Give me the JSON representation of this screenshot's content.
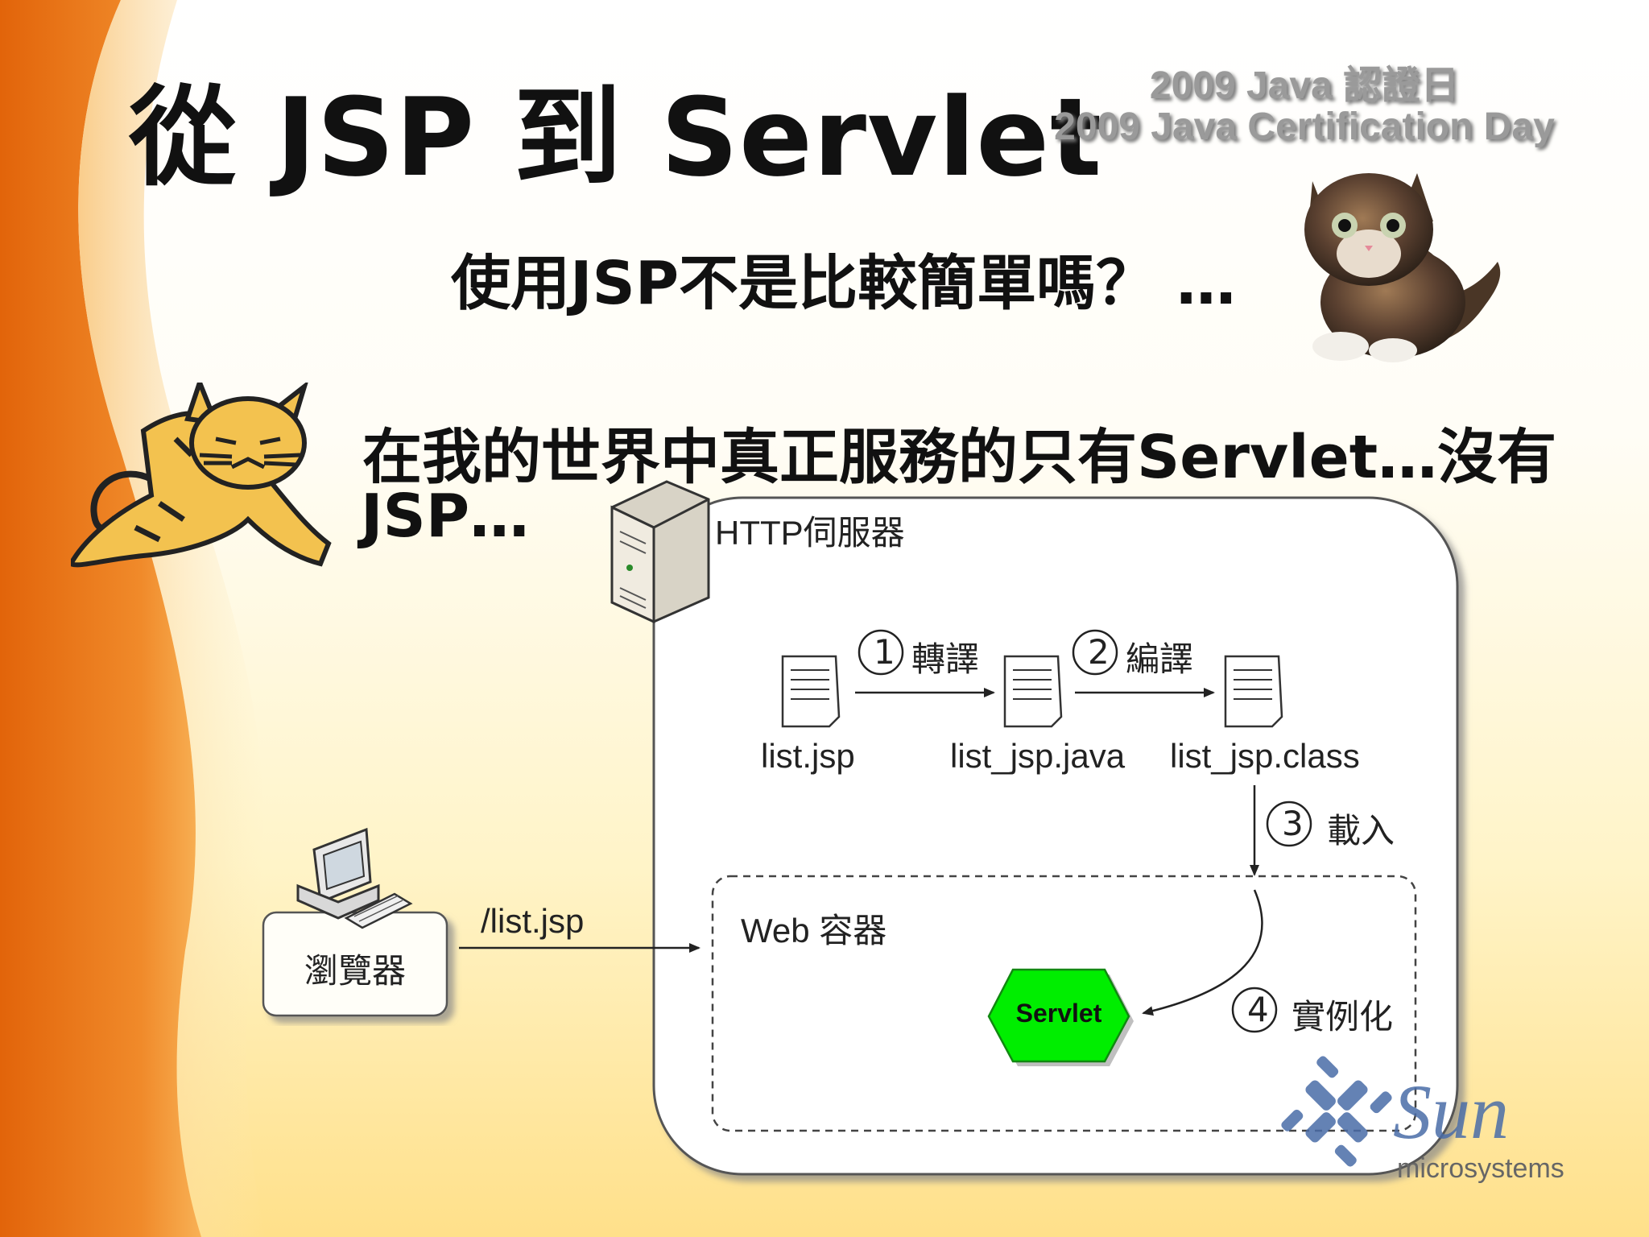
{
  "title": "從 JSP 到 Servlet",
  "event": {
    "line1": "2009 Java 認證日",
    "line2": "2009 Java Certification Day"
  },
  "question": "使用JSP不是比較簡單嗎？ …",
  "statement": {
    "line1": "在我的世界中真正服務的只有Servlet…沒有",
    "line2": "JSP…"
  },
  "diagram": {
    "server_label": "HTTP伺服器",
    "files": [
      "list.jsp",
      "list_jsp.java",
      "list_jsp.class"
    ],
    "steps": [
      {
        "num": "1",
        "label": "轉譯"
      },
      {
        "num": "2",
        "label": "編譯"
      },
      {
        "num": "3",
        "label": "載入"
      },
      {
        "num": "4",
        "label": "實例化"
      }
    ],
    "container_label": "Web 容器",
    "servlet_label": "Servlet",
    "browser_label": "瀏覽器",
    "request_label": "/list.jsp"
  },
  "logo": {
    "brand": "Sun",
    "subtitle": "microsystems"
  },
  "colors": {
    "orange": "#ec7a1c",
    "servlet_green": "#00ee00",
    "panel_border": "#555555"
  }
}
